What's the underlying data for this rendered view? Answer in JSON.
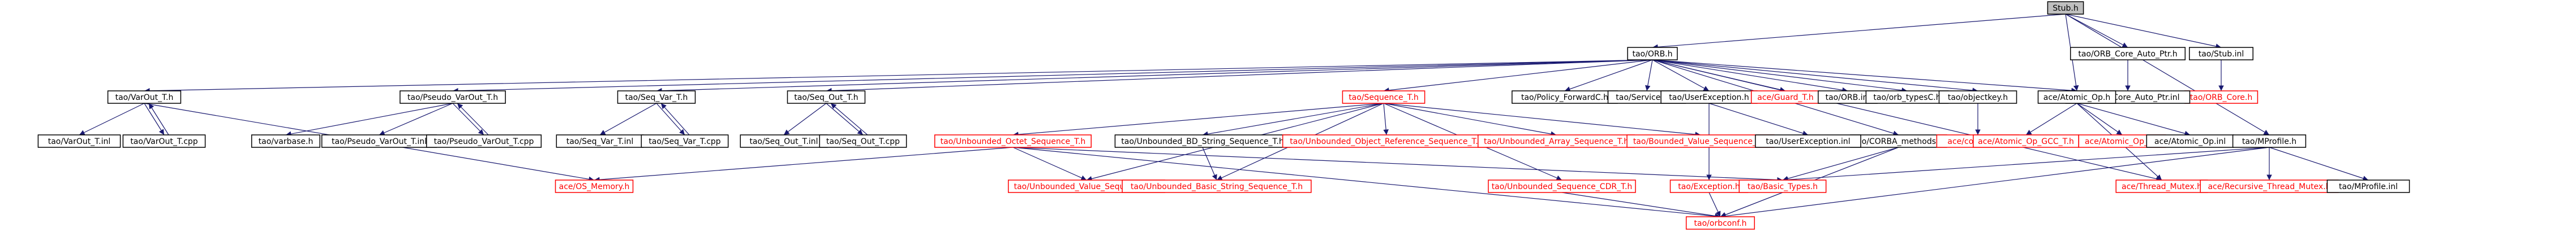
{
  "diagram": {
    "root": "Stub.h",
    "colors": {
      "edge": "#191970",
      "node_border": "#000000",
      "external_border": "#ff0000",
      "root_fill": "#bfbfbf"
    },
    "nodes": [
      {
        "id": "stub_h",
        "label": "Stub.h",
        "kind": "root"
      },
      {
        "id": "orb_h",
        "label": "tao/ORB.h"
      },
      {
        "id": "orb_core_auto_ptr_h",
        "label": "tao/ORB_Core_Auto_Ptr.h"
      },
      {
        "id": "stub_inl",
        "label": "tao/Stub.inl"
      },
      {
        "id": "orb_core_h",
        "label": "tao/ORB_Core.h",
        "kind": "external"
      },
      {
        "id": "orb_core_auto_ptr_inl",
        "label": "tao/ORB_Core_Auto_Ptr.inl"
      },
      {
        "id": "atomic_op_h",
        "label": "ace/Atomic_Op.h"
      },
      {
        "id": "varout_t_h",
        "label": "tao/VarOut_T.h"
      },
      {
        "id": "pseudo_varout_t_h",
        "label": "tao/Pseudo_VarOut_T.h"
      },
      {
        "id": "seq_var_t_h",
        "label": "tao/Seq_Var_T.h"
      },
      {
        "id": "seq_out_t_h",
        "label": "tao/Seq_Out_T.h"
      },
      {
        "id": "sequence_t_h",
        "label": "tao/Sequence_T.h",
        "kind": "external"
      },
      {
        "id": "policy_forwardc_h",
        "label": "tao/Policy_ForwardC.h"
      },
      {
        "id": "servicesc_h",
        "label": "tao/ServicesC.h"
      },
      {
        "id": "userexception_h",
        "label": "tao/UserException.h"
      },
      {
        "id": "guard_t_h",
        "label": "ace/Guard_T.h",
        "kind": "external"
      },
      {
        "id": "orb_inl",
        "label": "tao/ORB.inl"
      },
      {
        "id": "orb_typesc_h",
        "label": "tao/orb_typesC.h"
      },
      {
        "id": "objectkey_h",
        "label": "tao/objectkey.h"
      },
      {
        "id": "corba_methods_h",
        "label": "tao/CORBA_methods.h"
      },
      {
        "id": "varout_t_inl",
        "label": "tao/VarOut_T.inl"
      },
      {
        "id": "varout_t_cpp",
        "label": "tao/VarOut_T.cpp"
      },
      {
        "id": "varbase_h",
        "label": "tao/varbase.h"
      },
      {
        "id": "pseudo_varout_t_inl",
        "label": "tao/Pseudo_VarOut_T.inl"
      },
      {
        "id": "pseudo_varout_t_cpp",
        "label": "tao/Pseudo_VarOut_T.cpp"
      },
      {
        "id": "seq_var_t_inl",
        "label": "tao/Seq_Var_T.inl"
      },
      {
        "id": "seq_var_t_cpp",
        "label": "tao/Seq_Var_T.cpp"
      },
      {
        "id": "seq_out_t_inl",
        "label": "tao/Seq_Out_T.inl"
      },
      {
        "id": "seq_out_t_cpp",
        "label": "tao/Seq_Out_T.cpp"
      },
      {
        "id": "unbounded_octet_sequence_t_h",
        "label": "tao/Unbounded_Octet_Sequence_T.h",
        "kind": "external"
      },
      {
        "id": "unbounded_bd_string_sequence_t_h",
        "label": "tao/Unbounded_BD_String_Sequence_T.h"
      },
      {
        "id": "unbounded_object_reference_sequence_t_h",
        "label": "tao/Unbounded_Object_Reference_Sequence_T.h",
        "kind": "external"
      },
      {
        "id": "unbounded_array_sequence_t_h",
        "label": "tao/Unbounded_Array_Sequence_T.h",
        "kind": "external"
      },
      {
        "id": "bounded_value_sequence_t_h",
        "label": "tao/Bounded_Value_Sequence_T.h",
        "kind": "external"
      },
      {
        "id": "exception_h",
        "label": "tao/Exception.h",
        "kind": "external"
      },
      {
        "id": "userexception_inl",
        "label": "tao/UserException.inl"
      },
      {
        "id": "config_all_h",
        "label": "ace/config-all.h",
        "kind": "external"
      },
      {
        "id": "atomic_op_gcc_t_h",
        "label": "ace/Atomic_Op_GCC_T.h",
        "kind": "external"
      },
      {
        "id": "atomic_op_t_h",
        "label": "ace/Atomic_Op_T.h",
        "kind": "external"
      },
      {
        "id": "atomic_op_inl",
        "label": "ace/Atomic_Op.inl"
      },
      {
        "id": "mprofile_h",
        "label": "tao/MProfile.h"
      },
      {
        "id": "os_memory_h",
        "label": "ace/OS_Memory.h",
        "kind": "external"
      },
      {
        "id": "unbounded_value_sequence_t_h",
        "label": "tao/Unbounded_Value_Sequence_T.h",
        "kind": "external"
      },
      {
        "id": "unbounded_basic_string_sequence_t_h",
        "label": "tao/Unbounded_Basic_String_Sequence_T.h",
        "kind": "external"
      },
      {
        "id": "unbounded_sequence_cdr_t_h",
        "label": "tao/Unbounded_Sequence_CDR_T.h",
        "kind": "external"
      },
      {
        "id": "basic_types_h",
        "label": "tao/Basic_Types.h",
        "kind": "external"
      },
      {
        "id": "thread_mutex_h",
        "label": "ace/Thread_Mutex.h",
        "kind": "external"
      },
      {
        "id": "recursive_thread_mutex_h",
        "label": "ace/Recursive_Thread_Mutex.h",
        "kind": "external"
      },
      {
        "id": "mprofile_inl",
        "label": "tao/MProfile.inl"
      },
      {
        "id": "orbconf_h",
        "label": "tao/orbconf.h",
        "kind": "external"
      }
    ],
    "edges": [
      [
        "stub_h",
        "orb_h"
      ],
      [
        "stub_h",
        "orb_core_auto_ptr_h"
      ],
      [
        "stub_h",
        "stub_inl"
      ],
      [
        "stub_h",
        "atomic_op_h"
      ],
      [
        "stub_h",
        "mprofile_h"
      ],
      [
        "orb_core_auto_ptr_h",
        "orb_core_auto_ptr_inl"
      ],
      [
        "stub_inl",
        "orb_core_h"
      ],
      [
        "orb_h",
        "varout_t_h"
      ],
      [
        "orb_h",
        "pseudo_varout_t_h"
      ],
      [
        "orb_h",
        "seq_var_t_h"
      ],
      [
        "orb_h",
        "seq_out_t_h"
      ],
      [
        "orb_h",
        "sequence_t_h"
      ],
      [
        "orb_h",
        "policy_forwardc_h"
      ],
      [
        "orb_h",
        "servicesc_h"
      ],
      [
        "orb_h",
        "userexception_h"
      ],
      [
        "orb_h",
        "guard_t_h"
      ],
      [
        "orb_h",
        "orb_inl"
      ],
      [
        "orb_h",
        "orb_typesc_h"
      ],
      [
        "orb_h",
        "objectkey_h"
      ],
      [
        "orb_h",
        "corba_methods_h"
      ],
      [
        "orb_h",
        "atomic_op_h"
      ],
      [
        "orb_h",
        "thread_mutex_h"
      ],
      [
        "varout_t_h",
        "varout_t_inl"
      ],
      [
        "varout_t_h",
        "varout_t_cpp"
      ],
      [
        "varout_t_h",
        "os_memory_h"
      ],
      [
        "varout_t_cpp",
        "varout_t_h"
      ],
      [
        "pseudo_varout_t_h",
        "varbase_h"
      ],
      [
        "pseudo_varout_t_h",
        "pseudo_varout_t_inl"
      ],
      [
        "pseudo_varout_t_h",
        "pseudo_varout_t_cpp"
      ],
      [
        "pseudo_varout_t_cpp",
        "pseudo_varout_t_h"
      ],
      [
        "seq_var_t_h",
        "seq_var_t_inl"
      ],
      [
        "seq_var_t_h",
        "seq_var_t_cpp"
      ],
      [
        "seq_var_t_cpp",
        "seq_var_t_h"
      ],
      [
        "seq_out_t_h",
        "seq_out_t_inl"
      ],
      [
        "seq_out_t_h",
        "seq_out_t_cpp"
      ],
      [
        "seq_out_t_cpp",
        "seq_out_t_h"
      ],
      [
        "sequence_t_h",
        "unbounded_octet_sequence_t_h"
      ],
      [
        "sequence_t_h",
        "unbounded_bd_string_sequence_t_h"
      ],
      [
        "sequence_t_h",
        "unbounded_object_reference_sequence_t_h"
      ],
      [
        "sequence_t_h",
        "unbounded_array_sequence_t_h"
      ],
      [
        "sequence_t_h",
        "bounded_value_sequence_t_h"
      ],
      [
        "sequence_t_h",
        "unbounded_value_sequence_t_h"
      ],
      [
        "sequence_t_h",
        "unbounded_basic_string_sequence_t_h"
      ],
      [
        "sequence_t_h",
        "unbounded_sequence_cdr_t_h"
      ],
      [
        "unbounded_octet_sequence_t_h",
        "os_memory_h"
      ],
      [
        "unbounded_octet_sequence_t_h",
        "unbounded_value_sequence_t_h"
      ],
      [
        "unbounded_octet_sequence_t_h",
        "basic_types_h"
      ],
      [
        "unbounded_octet_sequence_t_h",
        "orbconf_h"
      ],
      [
        "unbounded_bd_string_sequence_t_h",
        "unbounded_basic_string_sequence_t_h"
      ],
      [
        "userexception_h",
        "exception_h"
      ],
      [
        "userexception_h",
        "userexception_inl"
      ],
      [
        "exception_h",
        "basic_types_h"
      ],
      [
        "exception_h",
        "orbconf_h"
      ],
      [
        "objectkey_h",
        "config_all_h"
      ],
      [
        "corba_methods_h",
        "basic_types_h"
      ],
      [
        "corba_methods_h",
        "orbconf_h"
      ],
      [
        "atomic_op_h",
        "atomic_op_gcc_t_h"
      ],
      [
        "atomic_op_h",
        "atomic_op_t_h"
      ],
      [
        "atomic_op_h",
        "atomic_op_inl"
      ],
      [
        "atomic_op_h",
        "thread_mutex_h"
      ],
      [
        "mprofile_h",
        "recursive_thread_mutex_h"
      ],
      [
        "mprofile_h",
        "mprofile_inl"
      ],
      [
        "mprofile_h",
        "basic_types_h"
      ],
      [
        "mprofile_h",
        "orbconf_h"
      ],
      [
        "basic_types_h",
        "orbconf_h"
      ],
      [
        "unbounded_sequence_cdr_t_h",
        "orbconf_h"
      ]
    ]
  }
}
